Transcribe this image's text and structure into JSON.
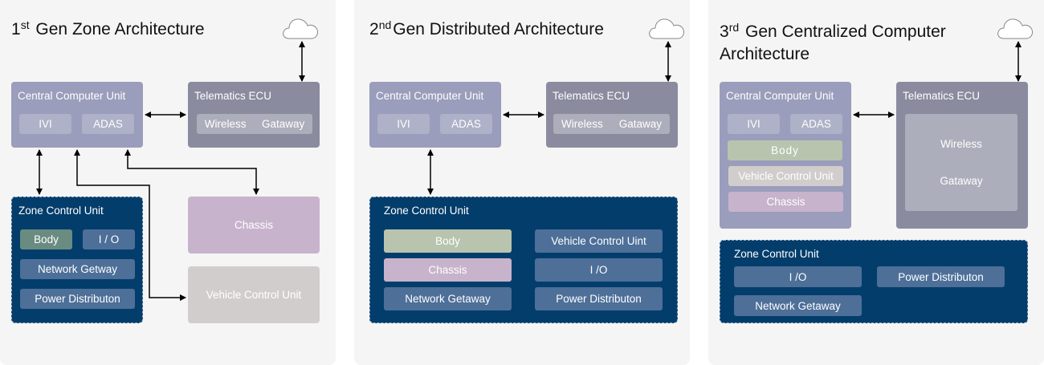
{
  "colors": {
    "panel_bg": "#f5f5f5",
    "central_computer": "#9a9dbb",
    "telematics": "#8a8b9e",
    "zone_control": "#033d6b",
    "zone_chip": "#4d6f98",
    "body": "#b8c4ae",
    "chassis": "#c8b3cc",
    "vehicle_control": "#d2cdcd"
  },
  "panels": [
    {
      "ordinal": "1",
      "ordinal_suffix": "st",
      "title": "Gen Zone Architecture",
      "central": {
        "label": "Central Computer Unit",
        "chips": [
          "IVI",
          "ADAS"
        ]
      },
      "telematics": {
        "label": "Telematics ECU",
        "chips": [
          "Wireless",
          "Gataway"
        ]
      },
      "zone": {
        "label": "Zone Control Unit",
        "chips": [
          "Body",
          "I / O",
          "Network Getway",
          "Power Distributon"
        ]
      },
      "standalone": [
        "Chassis",
        "Vehicle Control Unit"
      ]
    },
    {
      "ordinal": "2",
      "ordinal_suffix": "nd",
      "title": "Gen Distributed Architecture",
      "central": {
        "label": "Central Computer Unit",
        "chips": [
          "IVI",
          "ADAS"
        ]
      },
      "telematics": {
        "label": "Telematics ECU",
        "chips": [
          "Wireless",
          "Gataway"
        ]
      },
      "zone": {
        "label": "Zone Control Unit",
        "chips": [
          "Body",
          "Vehicle Control Uint",
          "Chassis",
          "I /O",
          "Network Getaway",
          "Power Distributon"
        ]
      }
    },
    {
      "ordinal": "3",
      "ordinal_suffix": "rd",
      "title": "Gen Centralized Computer",
      "title_line2": "Architecture",
      "central": {
        "label": "Central Computer Unit",
        "chips": [
          "IVI",
          "ADAS",
          "Body",
          "Vehicle Control Unit",
          "Chassis"
        ]
      },
      "telematics": {
        "label": "Telematics ECU",
        "chips": [
          "Wireless",
          "Gataway"
        ]
      },
      "zone": {
        "label": "Zone Control Unit",
        "chips": [
          "I /O",
          "Power Distributon",
          "Network Getaway"
        ]
      }
    }
  ]
}
